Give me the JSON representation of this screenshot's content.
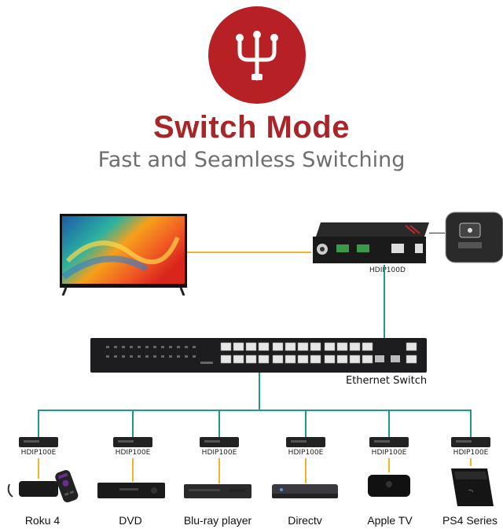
{
  "header": {
    "title": "Switch Mode",
    "subtitle": "Fast and Seamless Switching",
    "badge_color": "#b72025",
    "title_color": "#a8262a"
  },
  "receiver": {
    "label": "HDIP100D"
  },
  "switch": {
    "label": "Ethernet Switch"
  },
  "colors": {
    "network_wire": "#1f9a8a",
    "hdmi_wire": "#f0b429"
  },
  "sources": [
    {
      "encoder_label": "HDIP100E",
      "device": "Roku 4"
    },
    {
      "encoder_label": "HDIP100E",
      "device": "DVD"
    },
    {
      "encoder_label": "HDIP100E",
      "device": "Blu-ray player"
    },
    {
      "encoder_label": "HDIP100E",
      "device": "Directv"
    },
    {
      "encoder_label": "HDIP100E",
      "device": "Apple TV"
    },
    {
      "encoder_label": "HDIP100E",
      "device": "PS4 Series"
    }
  ]
}
